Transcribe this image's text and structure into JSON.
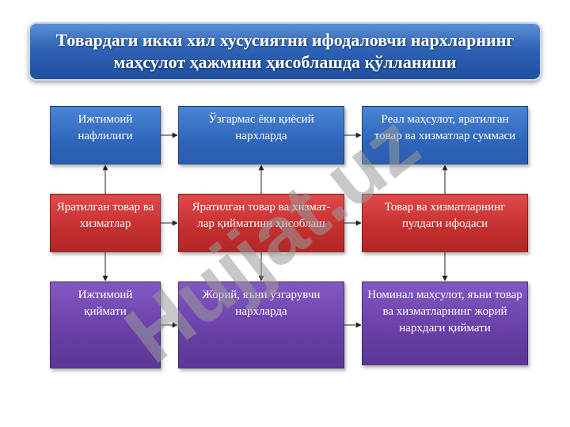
{
  "title": "Товардаги икки хил хусусиятни ифодаловчи нархларнинг маҳсулот ҳажмини ҳисоблашда қўлланиши",
  "boxes": {
    "r1c1": "Ижтимоий нафлилиги",
    "r1c2": "Ўзгармас ёки қиёсий нархларда",
    "r1c3": "Реал маҳсулот, яратилган товар ва хизматлар суммаси",
    "r2c1": "Яратилган товар ва хизматлар",
    "r2c2": "Яратилган товар ва хизмат-лар қийматини ҳисоблаш",
    "r2c3": "Товар ва хизматларнинг пулдаги ифодаси",
    "r3c1": "Ижтимоий қиймати",
    "r3c2": "Жорий, яъни ўзгарувчи нархларда",
    "r3c3": "Номинал маҳсулот, яъни товар ва хизматларнинг жорий нархдаги қиймати"
  },
  "watermark": "Hujjat.uz",
  "colors": {
    "blue": "#2f66bb",
    "red": "#c42e2e",
    "purple": "#673fa6",
    "watermark": "#9a9a9a"
  }
}
